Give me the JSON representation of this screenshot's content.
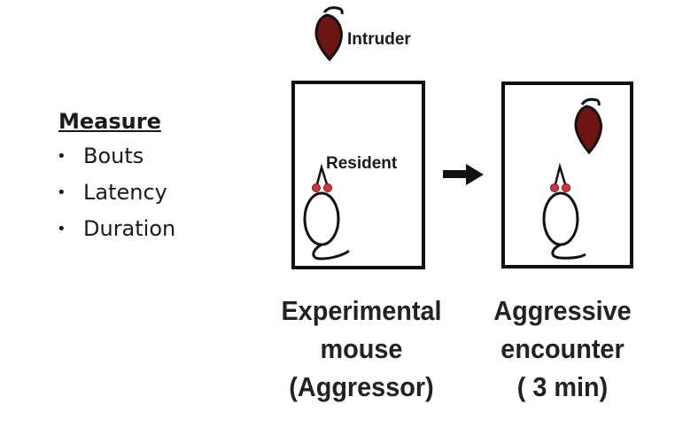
{
  "measure": {
    "title": "Measure",
    "items": [
      "Bouts",
      "Latency",
      "Duration"
    ]
  },
  "labels": {
    "intruder": "Intruder",
    "resident": "Resident"
  },
  "captions": {
    "left": [
      "Experimental",
      "mouse",
      "(Aggressor)"
    ],
    "right": [
      "Aggressive",
      "encounter",
      "( 3 min)"
    ]
  },
  "colors": {
    "intruder_body": "#6e1414",
    "resident_eyes": "#d9303a",
    "outline": "#111111"
  },
  "icons": {
    "intruder": "intruder-mouse-icon",
    "resident": "resident-mouse-icon",
    "arrow": "right-arrow-icon"
  }
}
